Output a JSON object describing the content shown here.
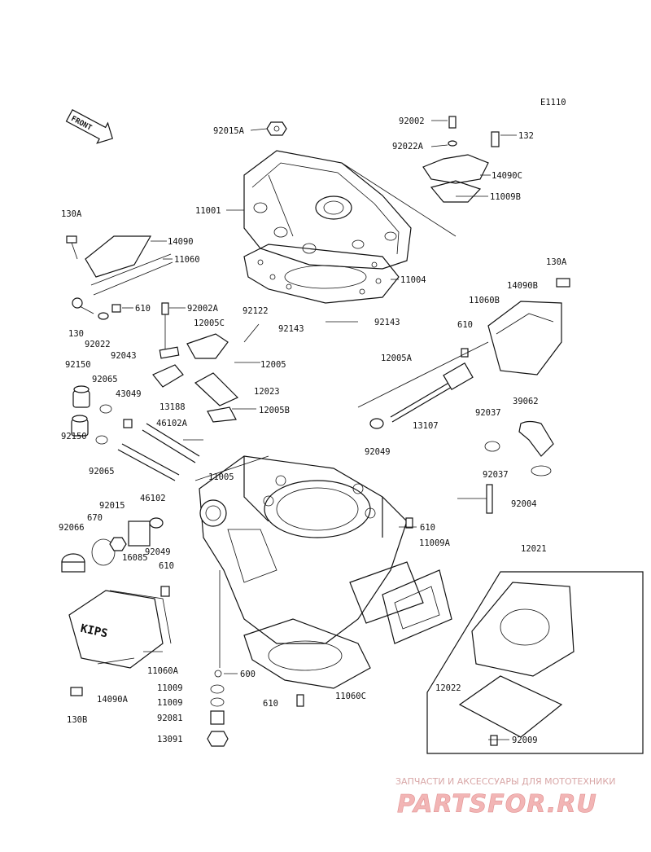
{
  "diagram_code": "E1110",
  "front_label": "FRONT",
  "cover_mark": "KIPS",
  "watermark": {
    "tagline": "ЗАПЧАСТИ И АКСЕССУАРЫ ДЛЯ МОТОТЕХНИКИ",
    "brand": "PARTSFOR.RU"
  },
  "labels": {
    "l92002": "92002",
    "l132": "132",
    "l92022A": "92022A",
    "l14090C": "14090C",
    "l11009B": "11009B",
    "l92015A": "92015A",
    "l11001": "11001",
    "l130A_1": "130A",
    "l14090": "14090",
    "l11060": "11060",
    "l11004": "11004",
    "l130A_2": "130A",
    "l14090B": "14090B",
    "l11060B": "11060B",
    "l130": "130",
    "l610_1": "610",
    "l92002A": "92002A",
    "l92122": "92122",
    "l92022": "92022",
    "l12005C": "12005C",
    "l92143_1": "92143",
    "l92143_2": "92143",
    "l610_2": "610",
    "l92043": "92043",
    "l12005": "12005",
    "l12005A": "12005A",
    "l92150_1": "92150",
    "l92065_1": "92065",
    "l12023": "12023",
    "l43049": "43049",
    "l13188": "13188",
    "l12005B": "12005B",
    "l13107": "13107",
    "l39062": "39062",
    "l46102A": "46102A",
    "l92037_1": "92037",
    "l92150_2": "92150",
    "l92049_1": "92049",
    "l92065_2": "92065",
    "l11005": "11005",
    "l92037_2": "92037",
    "l46102": "46102",
    "l92004": "92004",
    "l92015": "92015",
    "l670": "670",
    "l92066": "92066",
    "l610_3": "610",
    "l11009A": "11009A",
    "l12021": "12021",
    "l92049_2": "92049",
    "l16085": "16085",
    "l610_4": "610",
    "l11060A": "11060A",
    "l600": "600",
    "l11009_1": "11009",
    "l11009_2": "11009",
    "l14090A": "14090A",
    "l610_5": "610",
    "l11060C": "11060C",
    "l12022": "12022",
    "l92081": "92081",
    "l130B": "130B",
    "l13091": "13091",
    "l92009": "92009"
  }
}
